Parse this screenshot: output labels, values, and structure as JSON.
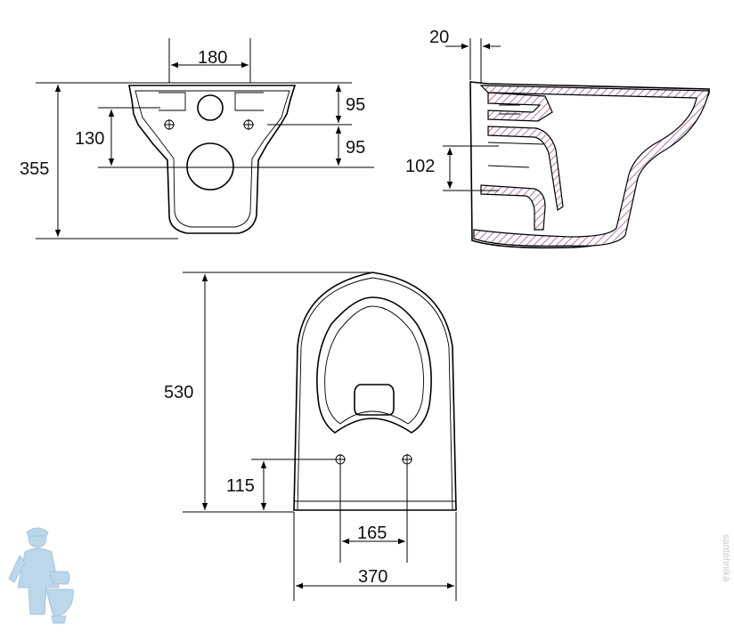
{
  "front_view": {
    "dim_width_top": "180",
    "dim_right_top": "95",
    "dim_right_bottom": "95",
    "dim_left_inner": "130",
    "dim_height": "355"
  },
  "side_view": {
    "dim_wall": "20",
    "dim_outlet": "102"
  },
  "top_view": {
    "dim_length": "530",
    "dim_bolt_offset": "115",
    "dim_bolt_spacing": "165",
    "dim_width": "370"
  },
  "watermark": {
    "text": "santehnika"
  },
  "colors": {
    "line": "#000000",
    "hatch": "#b07aa8",
    "logo": "#bcd6ea"
  }
}
